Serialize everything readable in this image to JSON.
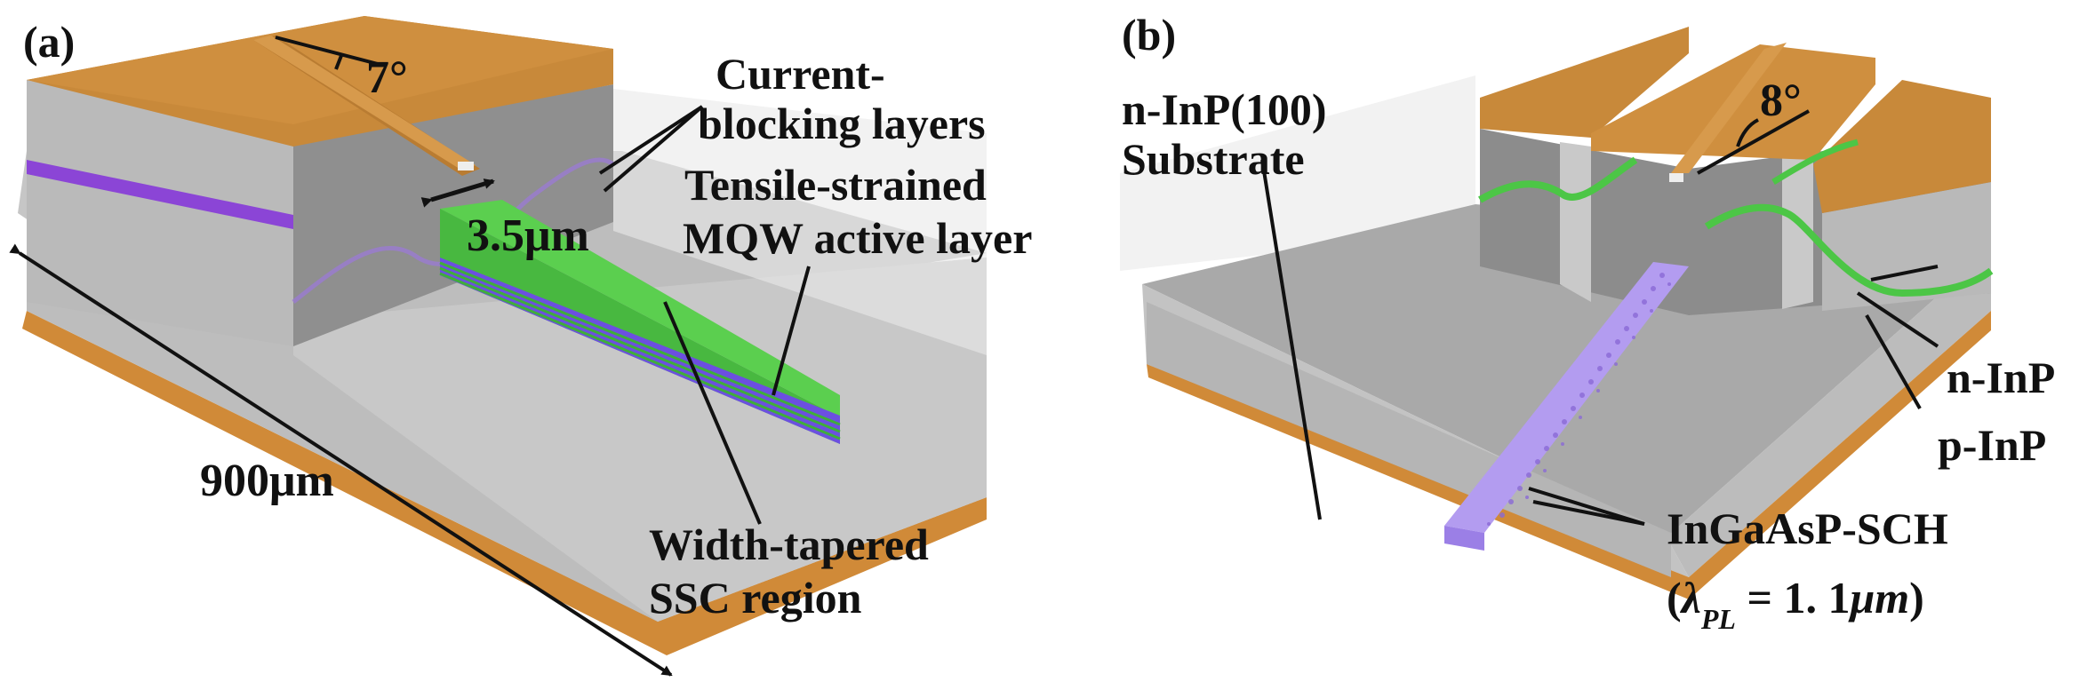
{
  "panel_a": {
    "tag": "(a)",
    "angle": "7°",
    "gap": "3.5μm",
    "length": "900μm",
    "cbl_line1": "Current-",
    "cbl_line2": "blocking layers",
    "mqw_line1": "Tensile-strained",
    "mqw_line2": "MQW active layer",
    "ssc_line1": "Width-tapered",
    "ssc_line2": "SSC region"
  },
  "panel_b": {
    "tag": "(b)",
    "angle": "8°",
    "sub_line1": "n-InP(100)",
    "sub_line2": "Substrate",
    "ninp": "n-InP",
    "pinp": "p-InP",
    "sch_line1": "InGaAsP-SCH",
    "sch_lparen": "(",
    "sch_lambda": "λ",
    "sch_sub": "PL",
    "sch_eq": " = 1. 1",
    "sch_unit": "μm",
    "sch_rparen": ")"
  },
  "colors": {
    "electrode": "#c8893a",
    "electrode_top": "#cf8f3f",
    "semiconductor": "#b9b9b9",
    "semiconductor_dark": "#8e8e8e",
    "semiconductor_face": "#c4c4c4",
    "active_green": "#52c648",
    "mqw_purple": "#8b5cf6",
    "sch_purple": "#b39cf0",
    "substrate_orange": "#d08a38"
  }
}
